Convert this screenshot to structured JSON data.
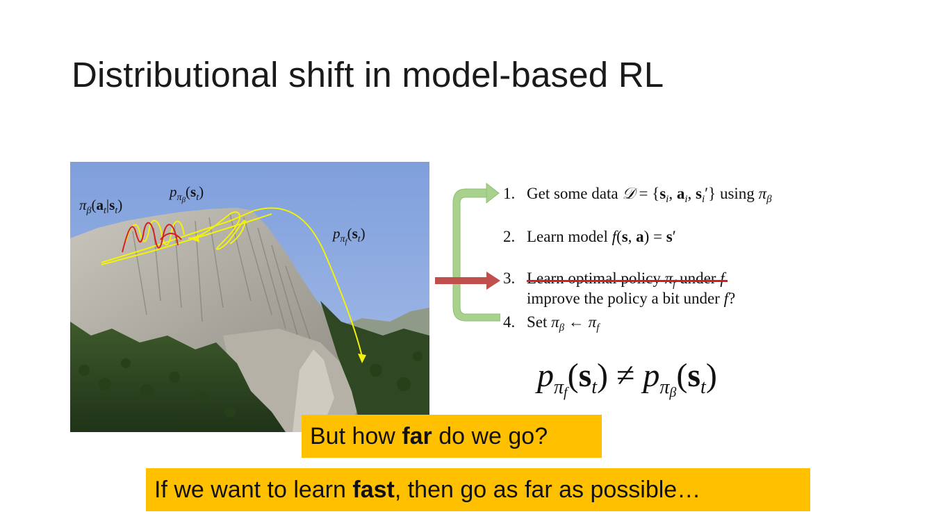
{
  "slide": {
    "title": "Distributional shift in model-based RL"
  },
  "figure": {
    "label_pi_beta": "π",
    "label_pi_beta_sub": "β",
    "label_pi_beta_args_open": "(",
    "label_pi_beta_a": "a",
    "label_pi_beta_a_sub": "t",
    "label_pi_beta_bar": "|",
    "label_pi_beta_s": "s",
    "label_pi_beta_s_sub": "t",
    "label_pi_beta_close": ")",
    "label_p_beta_p": "p",
    "label_p_beta_sub_pi": "π",
    "label_p_beta_sub_beta": "β",
    "label_p_beta_s": "s",
    "label_p_beta_s_sub": "t",
    "label_p_f_p": "p",
    "label_p_f_sub_pi": "π",
    "label_p_f_sub_f": "f",
    "label_p_f_s": "s",
    "label_p_f_s_sub": "t",
    "colors": {
      "sky": "#7f9fdc",
      "trajectory": "#f2f20a",
      "policy_curve": "#d42020"
    }
  },
  "steps": {
    "s1_num": "1.",
    "s1_text_a": "Get some data ",
    "s1_D": "𝒟",
    "s1_eq": " = {",
    "s1_s": "s",
    "s1_s_sub": "i",
    "s1_c1": ", ",
    "s1_a": "a",
    "s1_a_sub": "i",
    "s1_c2": ", ",
    "s1_s2": "s",
    "s1_s2_sub": "i",
    "s1_prime": "′",
    "s1_close": "} using ",
    "s1_pi": "π",
    "s1_pi_sub": "β",
    "s2_num": "2.",
    "s2_text": "Learn model ",
    "s2_f": "f",
    "s2_args": "(",
    "s2_s": "s",
    "s2_comma": ", ",
    "s2_a": "a",
    "s2_close": ") = ",
    "s2_rhs": "s",
    "s2_prime": "′",
    "s3_num": "3.",
    "s3_strike_a": "Learn optimal policy ",
    "s3_pi": "π",
    "s3_pi_sub": "f",
    "s3_strike_b": "  under ",
    "s3_f": "f",
    "s3_improve_a": "improve the policy a bit under ",
    "s3_improve_f": "f",
    "s3_improve_q": "?",
    "s4_num": "4.",
    "s4_text": "Set ",
    "s4_pi_a": "π",
    "s4_pi_a_sub": "β",
    "s4_arrow": " ← ",
    "s4_pi_b": "π",
    "s4_pi_b_sub": "f",
    "colors": {
      "loop_arrow": "#a9d18e",
      "strike": "#d21e1e",
      "pointer_arrow": "#c0504d"
    }
  },
  "equation": {
    "p1": "p",
    "p1_pi": "π",
    "p1_f": "f",
    "p1_open": "(",
    "p1_s": "s",
    "p1_s_sub": "t",
    "p1_close": ")",
    "neq": " ≠ ",
    "p2": "p",
    "p2_pi": "π",
    "p2_beta": "β",
    "p2_open": "(",
    "p2_s": "s",
    "p2_s_sub": "t",
    "p2_close": ")"
  },
  "callouts": {
    "q_a": "But how ",
    "q_bold": "far",
    "q_b": " do we go?",
    "ans_a": "If we want to learn ",
    "ans_bold": "fast",
    "ans_b": ", then go as far as possible…",
    "colors": {
      "background": "#ffc000"
    }
  }
}
